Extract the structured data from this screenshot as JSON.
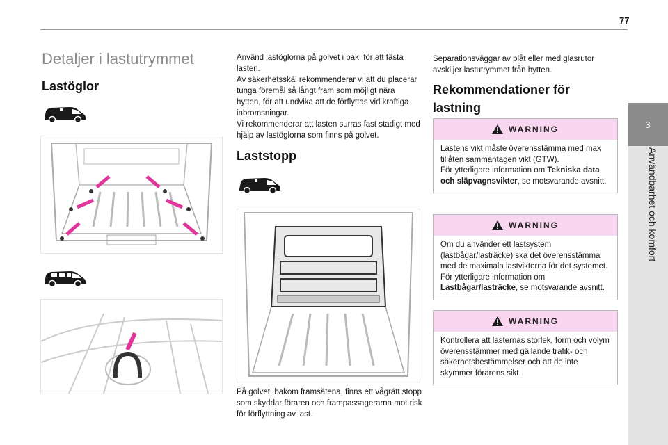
{
  "page_number": "77",
  "side_tab": {
    "number": "3",
    "chapter": "Användbarhet och komfort"
  },
  "title": "Detaljer i lastutrymmet",
  "section_lastoglor": {
    "heading": "Lastöglor",
    "text": "Använd lastöglorna på golvet i bak, för att fästa lasten.\nAv säkerhetsskäl rekommenderar vi att du placerar tunga föremål så långt fram som möjligt nära hytten, för att undvika att de förflyttas vid kraftiga inbromsningar.\nVi rekommenderar att lasten surras fast stadigt med hjälp av lastöglorna som finns på golvet."
  },
  "section_laststopp": {
    "heading": "Laststopp",
    "text": "På golvet, bakom framsätena, finns ett vågrätt stopp som skyddar föraren och frampassagerarna mot risk för förflyttning av last."
  },
  "separation_text": "Separationsväggar av plåt eller med glasrutor avskiljer lastutrymmet från hytten.",
  "recommendations": {
    "heading": "Rekommendationer för lastning",
    "warnings": [
      {
        "label": "WARNING",
        "parts": [
          "Lastens vikt måste överensstämma med max tillåten sammantagen vikt (GTW).\nFör ytterligare information om ",
          "Tekniska data och släpvagnsvikter",
          ", se motsvarande avsnitt."
        ]
      },
      {
        "label": "WARNING",
        "parts": [
          "Om du använder ett lastsystem (lastbågar/lasträcke) ska det överensstämma med de maximala lastvikterna för det systemet.\nFör ytterligare information om ",
          "Lastbågar/lasträcke",
          ", se motsvarande avsnitt."
        ]
      },
      {
        "label": "WARNING",
        "parts": [
          "Kontrollera att lasternas storlek, form och volym överensstämmer med gällande trafik- och säkerhetsbestämmelser och att de inte skymmer förarens sikt."
        ]
      }
    ]
  },
  "colors": {
    "accent_pink": "#e0359a",
    "warning_band": "#f9d6ef",
    "tab_grey": "#8c8c8c"
  },
  "icons": [
    "van-icon",
    "minibus-icon",
    "warning-triangle-icon",
    "arrow-icon"
  ]
}
